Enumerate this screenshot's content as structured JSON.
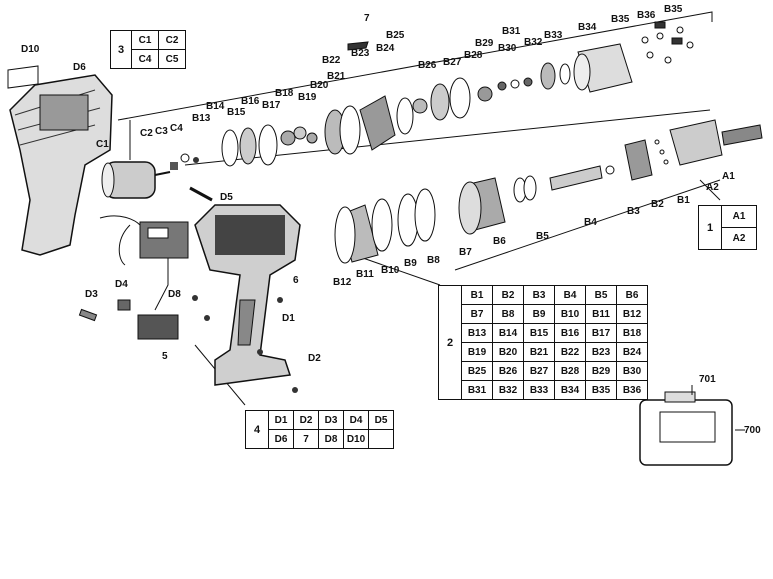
{
  "callouts": {
    "A1": "A1",
    "A2": "A2",
    "B1": "B1",
    "B2": "B2",
    "B3": "B3",
    "B4": "B4",
    "B5": "B5",
    "B6": "B6",
    "B7": "B7",
    "B8": "B8",
    "B9": "B9",
    "B10": "B10",
    "B11": "B11",
    "B12": "B12",
    "B13": "B13",
    "B14": "B14",
    "B15": "B15",
    "B16": "B16",
    "B17": "B17",
    "B18": "B18",
    "B19": "B19",
    "B20": "B20",
    "B21": "B21",
    "B22": "B22",
    "B23": "B23",
    "B24": "B24",
    "B25": "B25",
    "B26": "B26",
    "B27": "B27",
    "B28": "B28",
    "B29": "B29",
    "B30": "B30",
    "B31": "B31",
    "B32": "B32",
    "B33": "B33",
    "B34": "B34",
    "B35": "B35",
    "B35b": "B35",
    "B36": "B36",
    "C1": "C1",
    "C2": "C2",
    "C3": "C3",
    "C4": "C4",
    "D1": "D1",
    "D2": "D2",
    "D3": "D3",
    "D4": "D4",
    "D5": "D5",
    "D6": "D6",
    "D8": "D8",
    "D10": "D10",
    "n5": "5",
    "n6": "6",
    "n7": "7",
    "n700": "700",
    "n701": "701"
  },
  "groups": {
    "g1": {
      "number": "1",
      "cells": [
        [
          "A1"
        ],
        [
          "A2"
        ]
      ]
    },
    "g2": {
      "number": "2",
      "cells": [
        [
          "B1",
          "B2",
          "B3",
          "B4",
          "B5",
          "B6"
        ],
        [
          "B7",
          "B8",
          "B9",
          "B10",
          "B11",
          "B12"
        ],
        [
          "B13",
          "B14",
          "B15",
          "B16",
          "B17",
          "B18"
        ],
        [
          "B19",
          "B20",
          "B21",
          "B22",
          "B23",
          "B24"
        ],
        [
          "B25",
          "B26",
          "B27",
          "B28",
          "B29",
          "B30"
        ],
        [
          "B31",
          "B32",
          "B33",
          "B34",
          "B35",
          "B36"
        ]
      ]
    },
    "g3": {
      "number": "3",
      "cells": [
        [
          "C1",
          "C2"
        ],
        [
          "C4",
          "C5"
        ]
      ]
    },
    "g4": {
      "number": "4",
      "cells": [
        [
          "D1",
          "D2",
          "D3",
          "D4",
          "D5"
        ],
        [
          "D6",
          "7",
          "D8",
          "D10",
          ""
        ]
      ]
    }
  }
}
